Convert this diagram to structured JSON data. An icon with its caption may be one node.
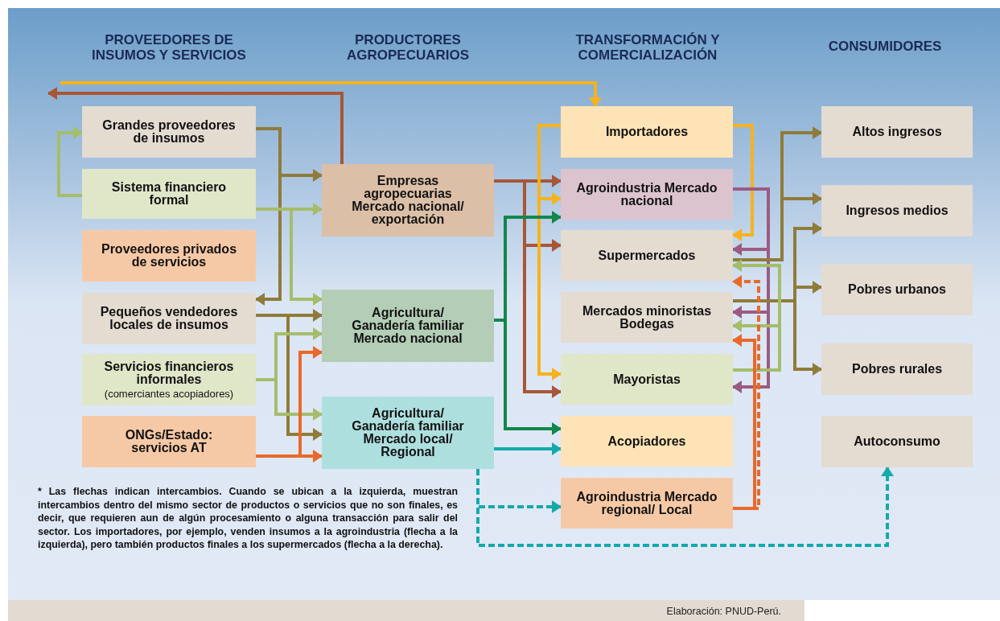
{
  "diagram": {
    "nodes": [
      {
        "text": [
          "Grandes proveedores de insumos"
        ]
      },
      {
        "text": [
          "Sistema financiero formal"
        ]
      },
      {
        "text": [
          "Proveedores privados de servicios"
        ]
      },
      {
        "text": [
          "Pequeños vendedores locales de insumos"
        ]
      },
      {
        "text": [
          "Servicios financieros informales",
          "(comerciantes acopiadores)"
        ]
      },
      {
        "text": [
          "ONGs/Estado: servicios AT"
        ]
      },
      {
        "text": [
          "Empresas agropecuarias Mercado nacional/ exportación"
        ]
      },
      {
        "text": [
          "Agricultura/ Ganadería familiar Mercado nacional"
        ]
      },
      {
        "text": [
          "Agricultura/ Ganadería familiar Mercado local/ Regional"
        ]
      },
      {
        "text": [
          "Importadores"
        ]
      },
      {
        "text": [
          "Agroindustria Mercado nacional"
        ]
      },
      {
        "text": [
          "Supermercados"
        ]
      },
      {
        "text": [
          "Mercados minoristas Bodegas"
        ]
      },
      {
        "text": [
          "Mayoristas"
        ]
      },
      {
        "text": [
          "Acopiadores"
        ]
      },
      {
        "text": [
          "Agroindustria Mercado regional/ Local"
        ]
      },
      {
        "text": [
          "Altos ingresos"
        ]
      },
      {
        "text": [
          "Ingresos medios"
        ]
      },
      {
        "text": [
          "Pobres urbanos"
        ]
      },
      {
        "text": [
          "Pobres rurales"
        ]
      },
      {
        "text": [
          "Autoconsumo"
        ]
      }
    ],
    "edges": [
      {
        "from": 0,
        "to": 6,
        "arrow": "to"
      },
      {
        "from": 0,
        "to": 3,
        "arrow": "to"
      },
      {
        "from": 1,
        "to": 0,
        "arrow": "to",
        "color": "#a5bd6a"
      },
      {
        "from": 1,
        "to": 6,
        "arrow": "to",
        "color": "#a5bd6a"
      },
      {
        "from": 1,
        "to": 7,
        "arrow": "to",
        "color": "#a5bd6a"
      },
      {
        "from": 3,
        "to": 7,
        "arrow": "to"
      },
      {
        "from": 3,
        "to": 8,
        "arrow": "to"
      },
      {
        "from": 4,
        "to": 7,
        "arrow": "to",
        "color": "#a5bd6a"
      },
      {
        "from": 4,
        "to": 8,
        "arrow": "to",
        "color": "#a5bd6a"
      },
      {
        "from": 5,
        "to": 8,
        "arrow": "to",
        "color": "#e8692a"
      },
      {
        "from": 5,
        "to": 7,
        "arrow": "to",
        "color": "#e8692a"
      },
      {
        "from": 6,
        "to": null,
        "arrow": "to",
        "color": "#a85636"
      },
      {
        "from": null,
        "to": 9,
        "arrow": "to",
        "color": "#f7b21c"
      },
      {
        "from": 6,
        "to": 10,
        "arrow": "to",
        "color": "#a85636"
      },
      {
        "from": 6,
        "to": 11,
        "arrow": "to",
        "color": "#a85636"
      },
      {
        "from": 6,
        "to": 13,
        "arrow": "to",
        "color": "#a85636"
      },
      {
        "from": 9,
        "to": 10,
        "arrow": "to",
        "color": "#f7b21c"
      },
      {
        "from": 9,
        "to": 13,
        "arrow": "to",
        "color": "#f7b21c"
      },
      {
        "from": 9,
        "to": 11,
        "arrow": "to",
        "color": "#f7b21c"
      },
      {
        "from": 7,
        "to": 10,
        "arrow": "to",
        "color": "#12874a"
      },
      {
        "from": 7,
        "to": 14,
        "arrow": "to",
        "color": "#12874a"
      },
      {
        "from": 8,
        "to": 14,
        "arrow": "to",
        "color": "#14aaaa"
      },
      {
        "from": 8,
        "to": 15,
        "arrow": "to",
        "style": "dashed",
        "color": "#14aaaa"
      },
      {
        "from": 8,
        "to": 20,
        "arrow": "to",
        "style": "dashed",
        "color": "#14aaaa"
      },
      {
        "from": 10,
        "to": 11,
        "arrow": "to",
        "color": "#9b5b82"
      },
      {
        "from": 10,
        "to": 12,
        "arrow": "to",
        "color": "#9b5b82"
      },
      {
        "from": 10,
        "to": 13,
        "arrow": "to",
        "color": "#9b5b82"
      },
      {
        "from": 11,
        "to": 16,
        "arrow": "to"
      },
      {
        "from": 11,
        "to": 17,
        "arrow": "to"
      },
      {
        "from": 12,
        "to": 17,
        "arrow": "to"
      },
      {
        "from": 12,
        "to": 18,
        "arrow": "to"
      },
      {
        "from": 12,
        "to": 19,
        "arrow": "to"
      },
      {
        "from": 13,
        "to": 11,
        "arrow": "to",
        "color": "#a5bd6a"
      },
      {
        "from": 13,
        "to": 12,
        "arrow": "to",
        "color": "#a5bd6a"
      },
      {
        "from": 15,
        "to": 12,
        "arrow": "to",
        "color": "#e8692a"
      },
      {
        "from": 15,
        "to": 11,
        "arrow": "to",
        "style": "dashed",
        "color": "#e8692a"
      }
    ],
    "labels": [
      "PROVEEDORES DE INSUMOS Y SERVICIOS",
      "PRODUCTORES AGROPECUARIOS",
      "TRANSFORMACIÓN Y COMERCIALIZACIÓN",
      "CONSUMIDORES",
      "* Las flechas indican intercambios. Cuando se ubican a la izquierda, muestran intercambios dentro del mismo sector de productos o servicios que no son finales, es decir, que requieren aun de algún procesamiento o alguna transacción para salir del sector. Los importadores, por ejemplo, venden insumos a la agroindustria (flecha a la izquierda), pero también productos finales a los supermercados (flecha a la derecha).",
      "Elaboración: PNUD-Perú."
    ]
  }
}
